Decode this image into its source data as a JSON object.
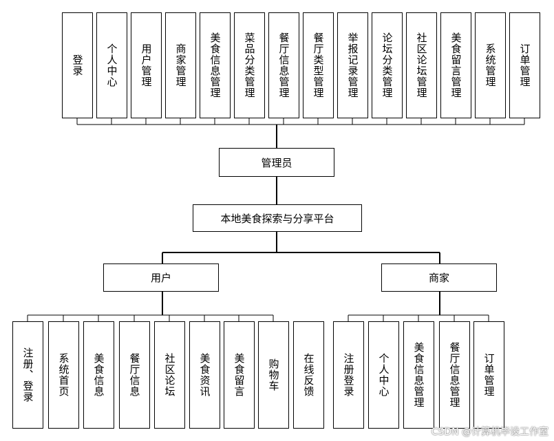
{
  "admin": {
    "label": "管理员",
    "functions": [
      "登录",
      "个人中心",
      "用户管理",
      "商家管理",
      "美食信息管理",
      "菜品分类管理",
      "餐厅信息管理",
      "餐厅类型管理",
      "举报记录管理",
      "论坛分类管理",
      "社区论坛管理",
      "美食留言管理",
      "系统管理",
      "订单管理"
    ]
  },
  "platform": {
    "label": "本地美食探索与分享平台"
  },
  "user": {
    "label": "用户",
    "functions": [
      "注册、登录",
      "系统首页",
      "美食信息",
      "餐厅信息",
      "社区论坛",
      "美食资讯",
      "美食留言",
      "购物车",
      "在线反馈"
    ]
  },
  "merchant": {
    "label": "商家",
    "functions": [
      "注册登录",
      "个人中心",
      "美食信息管理",
      "餐厅信息管理",
      "订单管理"
    ]
  },
  "watermark": "CSDN @计算机毕设工作室"
}
